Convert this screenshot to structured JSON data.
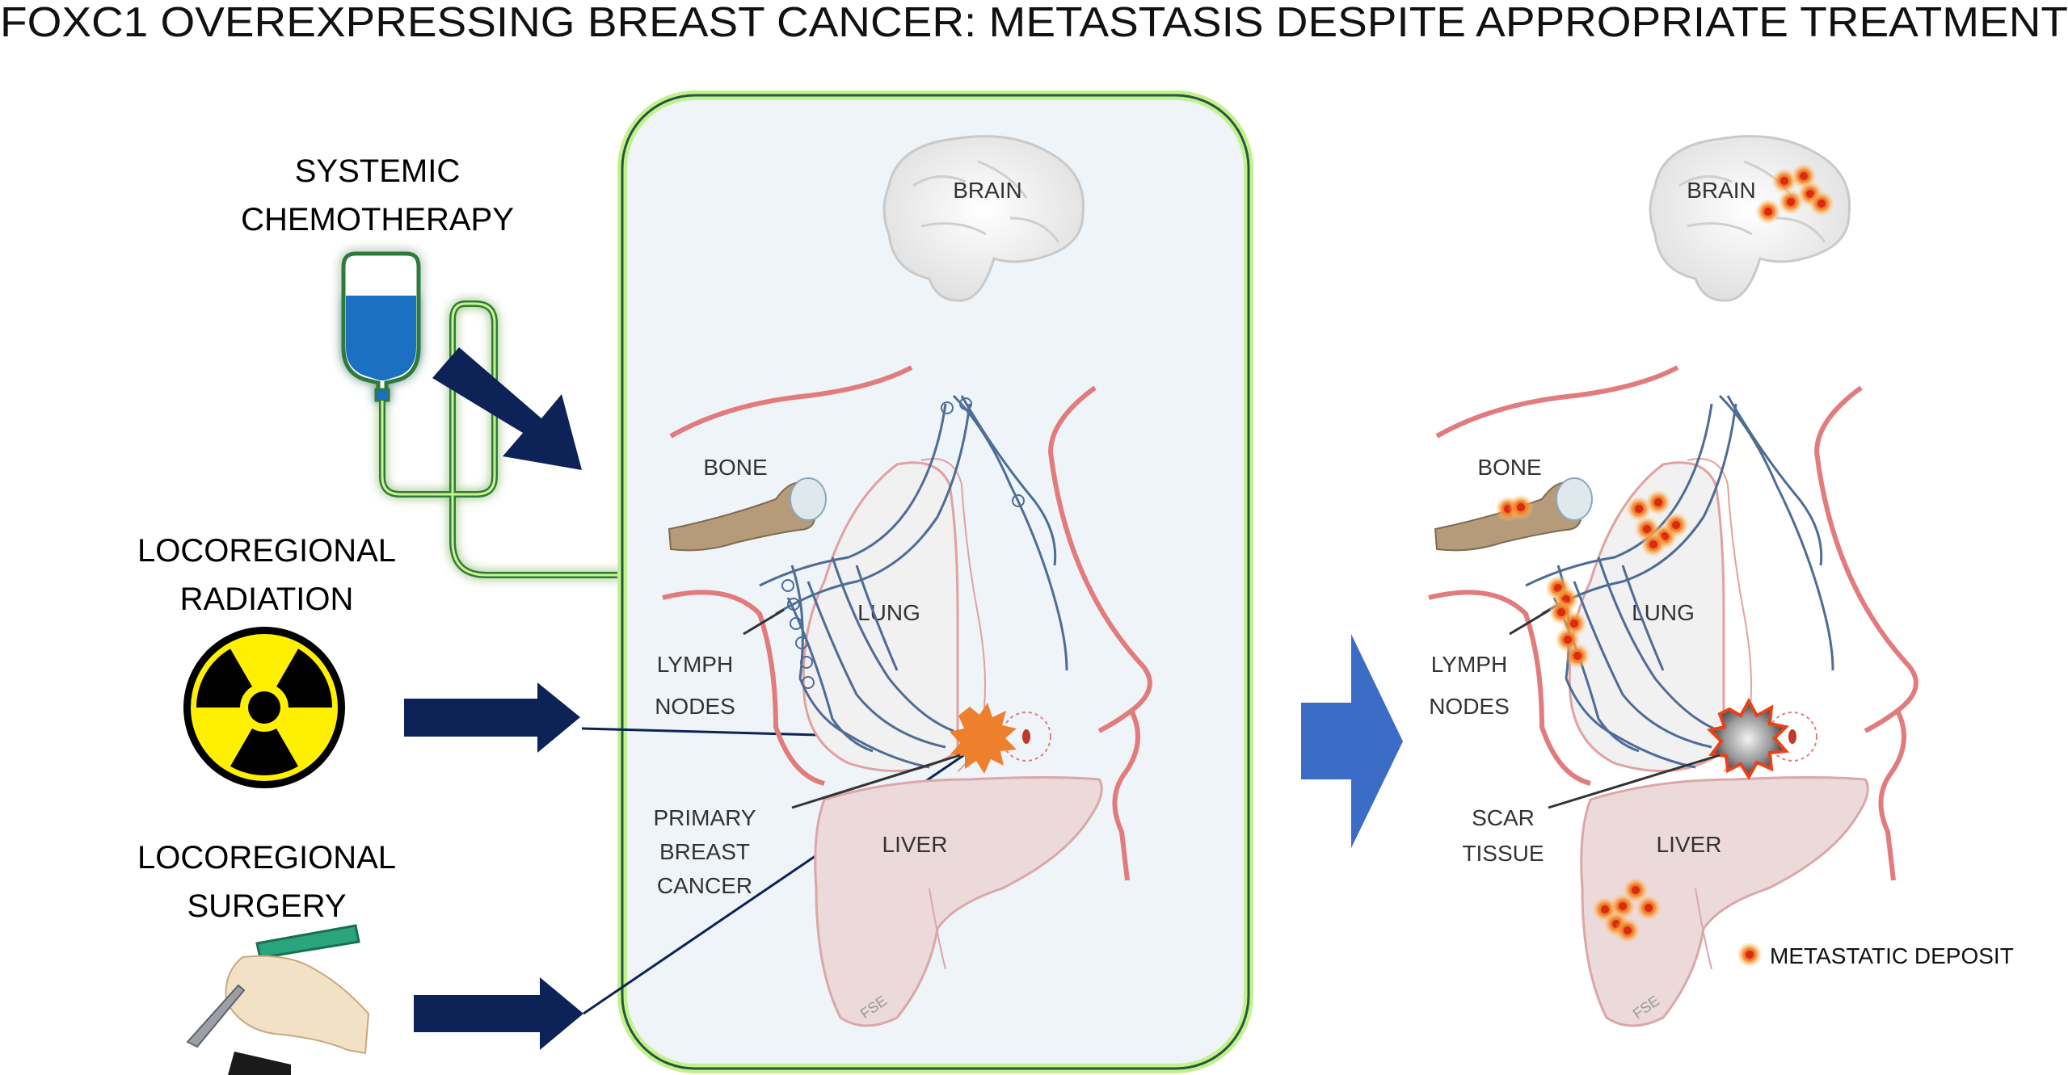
{
  "title": "FOXC1 OVEREXPRESSING BREAST CANCER: METASTASIS DESPITE APPROPRIATE TREATMENT",
  "treatments": {
    "chemo": {
      "line1": "SYSTEMIC",
      "line2": "CHEMOTHERAPY"
    },
    "radiation": {
      "line1": "LOCOREGIONAL",
      "line2": "RADIATION"
    },
    "surgery": {
      "line1": "LOCOREGIONAL",
      "line2": "SURGERY"
    }
  },
  "left_panel": {
    "brain": "BRAIN",
    "bone": "BONE",
    "lung": "LUNG",
    "lymph_line1": "LYMPH",
    "lymph_line2": "NODES",
    "primary_line1": "PRIMARY",
    "primary_line2": "BREAST",
    "primary_line3": "CANCER",
    "liver": "LIVER",
    "signature": "FSE"
  },
  "right_panel": {
    "brain": "BRAIN",
    "bone": "BONE",
    "lung": "LUNG",
    "lymph_line1": "LYMPH",
    "lymph_line2": "NODES",
    "scar_line1": "SCAR",
    "scar_line2": "TISSUE",
    "liver": "LIVER",
    "signature": "FSE",
    "legend": "METASTATIC DEPOSIT"
  },
  "colors": {
    "arrow_dark": "#0d2257",
    "arrow_result": "#3b6cc6",
    "panel_border": "#1f5c3a",
    "panel_glow": "#b9ec7a",
    "iv_fluid": "#1c6fc2",
    "tumor": "#ee7f2d",
    "deposit": "#e8421a",
    "deposit_glow": "#ffc24b",
    "skin_line": "#e27b7b",
    "lymph": "#4d6c96"
  },
  "icons": [
    "iv-bag-icon",
    "radiation-icon",
    "scalpel-hand-icon"
  ]
}
